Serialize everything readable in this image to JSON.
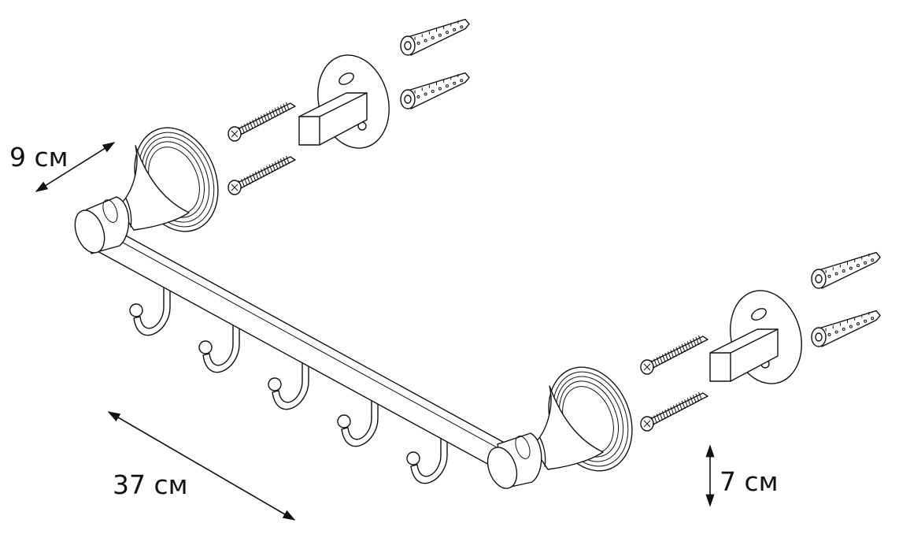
{
  "dimensions": {
    "depth": "9 см",
    "length": "37 см",
    "height": "7 см"
  },
  "parts": {
    "hook_count": 5,
    "screws_per_side": 2,
    "dowels_per_side": 2
  }
}
